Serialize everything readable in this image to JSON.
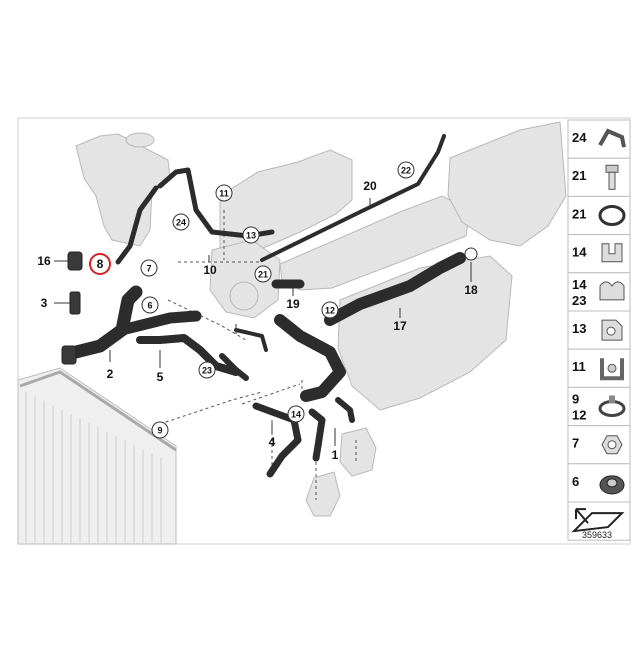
{
  "diagram": {
    "document_number": "359633",
    "callouts": [
      {
        "id": "c1",
        "text": "1"
      },
      {
        "id": "c2",
        "text": "2"
      },
      {
        "id": "c3",
        "text": "3"
      },
      {
        "id": "c4",
        "text": "4"
      },
      {
        "id": "c5",
        "text": "5"
      },
      {
        "id": "c6",
        "text": "6"
      },
      {
        "id": "c7",
        "text": "7"
      },
      {
        "id": "c8",
        "text": "8"
      },
      {
        "id": "c9",
        "text": "9"
      },
      {
        "id": "c10",
        "text": "10"
      },
      {
        "id": "c11",
        "text": "11"
      },
      {
        "id": "c12",
        "text": "12"
      },
      {
        "id": "c13",
        "text": "13"
      },
      {
        "id": "c14",
        "text": "14"
      },
      {
        "id": "c16",
        "text": "16"
      },
      {
        "id": "c17",
        "text": "17"
      },
      {
        "id": "c18",
        "text": "18"
      },
      {
        "id": "c19",
        "text": "19"
      },
      {
        "id": "c20",
        "text": "20"
      },
      {
        "id": "c21a",
        "text": "21"
      },
      {
        "id": "c21b",
        "text": "21"
      },
      {
        "id": "c22",
        "text": "22"
      },
      {
        "id": "c23",
        "text": "23"
      },
      {
        "id": "c24",
        "text": "24"
      }
    ],
    "sidebar": [
      {
        "id": "s24",
        "line1": "24",
        "line2": "",
        "icon": "hose-clamp-icon"
      },
      {
        "id": "s21a",
        "line1": "21",
        "line2": "",
        "icon": "bolt-icon"
      },
      {
        "id": "s21b",
        "line1": "21",
        "line2": "",
        "icon": "o-ring-icon"
      },
      {
        "id": "s14",
        "line1": "14",
        "line2": "",
        "icon": "holder-clip-icon"
      },
      {
        "id": "s14b",
        "line1": "14",
        "line2": "23",
        "icon": "double-clip-icon"
      },
      {
        "id": "s13",
        "line1": "13",
        "line2": "",
        "icon": "bracket-clip-icon"
      },
      {
        "id": "s11",
        "line1": "11",
        "line2": "",
        "icon": "hose-holder-icon"
      },
      {
        "id": "s9",
        "line1": "9",
        "line2": "12",
        "icon": "spring-clamp-icon"
      },
      {
        "id": "s7",
        "line1": "7",
        "line2": "",
        "icon": "hex-nut-icon"
      },
      {
        "id": "s6",
        "line1": "6",
        "line2": "",
        "icon": "grommet-icon"
      },
      {
        "id": "s0",
        "line1": "",
        "line2": "",
        "icon": "shim-arrow-icon"
      }
    ]
  }
}
